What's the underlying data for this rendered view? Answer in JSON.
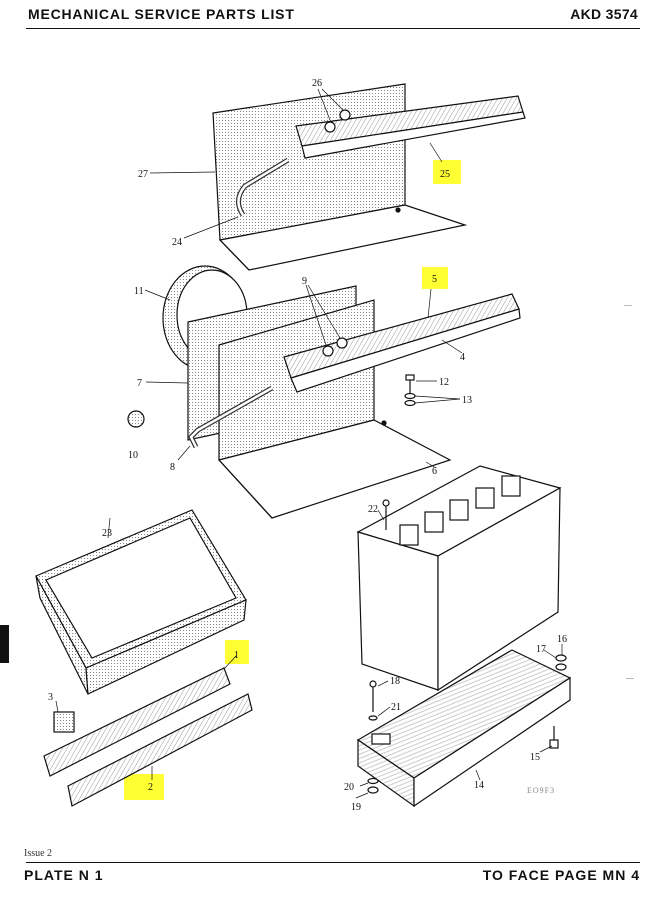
{
  "header": {
    "title": "MECHANICAL SERVICE PARTS LIST",
    "code": "AKD 3574"
  },
  "footer": {
    "issue": "Issue 2",
    "plate": "PLATE N 1",
    "facing_page": "TO FACE PAGE MN 4"
  },
  "diagram": {
    "reference": "EO9F3",
    "highlight_color": "#ffff33",
    "callouts": [
      "1",
      "2",
      "3",
      "4",
      "5",
      "6",
      "7",
      "8",
      "9",
      "10",
      "11",
      "12",
      "13",
      "14",
      "15",
      "16",
      "17",
      "18",
      "19",
      "20",
      "21",
      "22",
      "23",
      "24",
      "25",
      "26",
      "27"
    ],
    "highlighted": [
      "25",
      "5",
      "1",
      "2"
    ]
  }
}
